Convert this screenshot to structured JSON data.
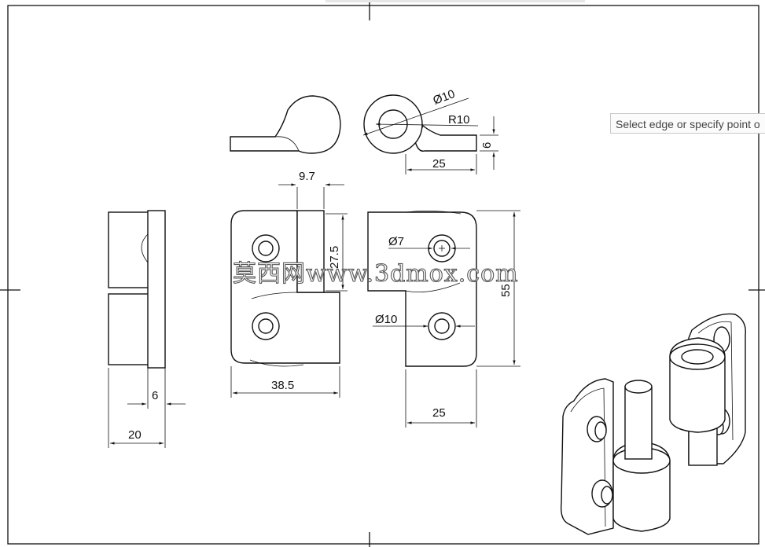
{
  "tooltip": {
    "text": "Select edge or specify point o"
  },
  "watermark": {
    "text": "莫西网www.3dmox.com"
  },
  "dimensions": {
    "top_dia": "Ø10",
    "top_radius": "R10",
    "top_height": "6",
    "top_width": "25",
    "front_slot": "9.7",
    "front_height": "27.5",
    "front_width": "38.5",
    "right_dia_small": "Ø7",
    "right_dia_large": "Ø10",
    "right_height": "55",
    "right_width": "25",
    "side_thickness": "6",
    "side_width": "20"
  }
}
